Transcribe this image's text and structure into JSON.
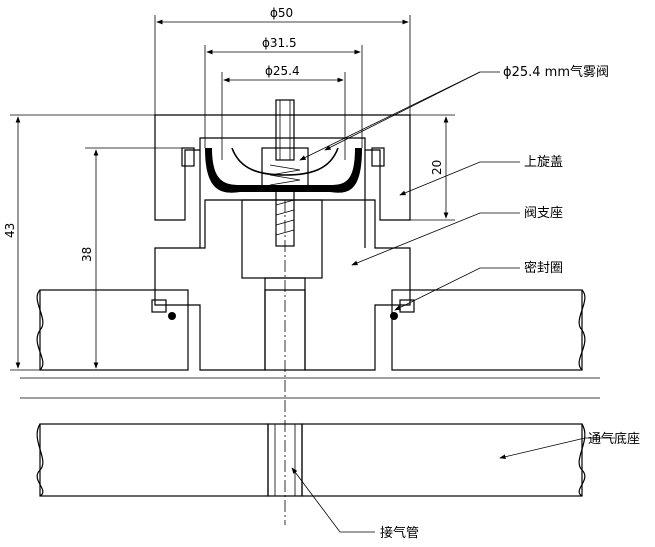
{
  "dimensions": {
    "d50": "ϕ50",
    "d31_5": "ϕ31.5",
    "d25_4": "ϕ25.4",
    "h20": "20",
    "h43": "43",
    "h38": "38"
  },
  "labels": {
    "valve": "ϕ25.4 mm气雾阀",
    "upper_cap": "上旋盖",
    "valve_seat": "阀支座",
    "seal_ring": "密封圈",
    "vent_base": "通气底座",
    "air_tube": "接气管"
  }
}
